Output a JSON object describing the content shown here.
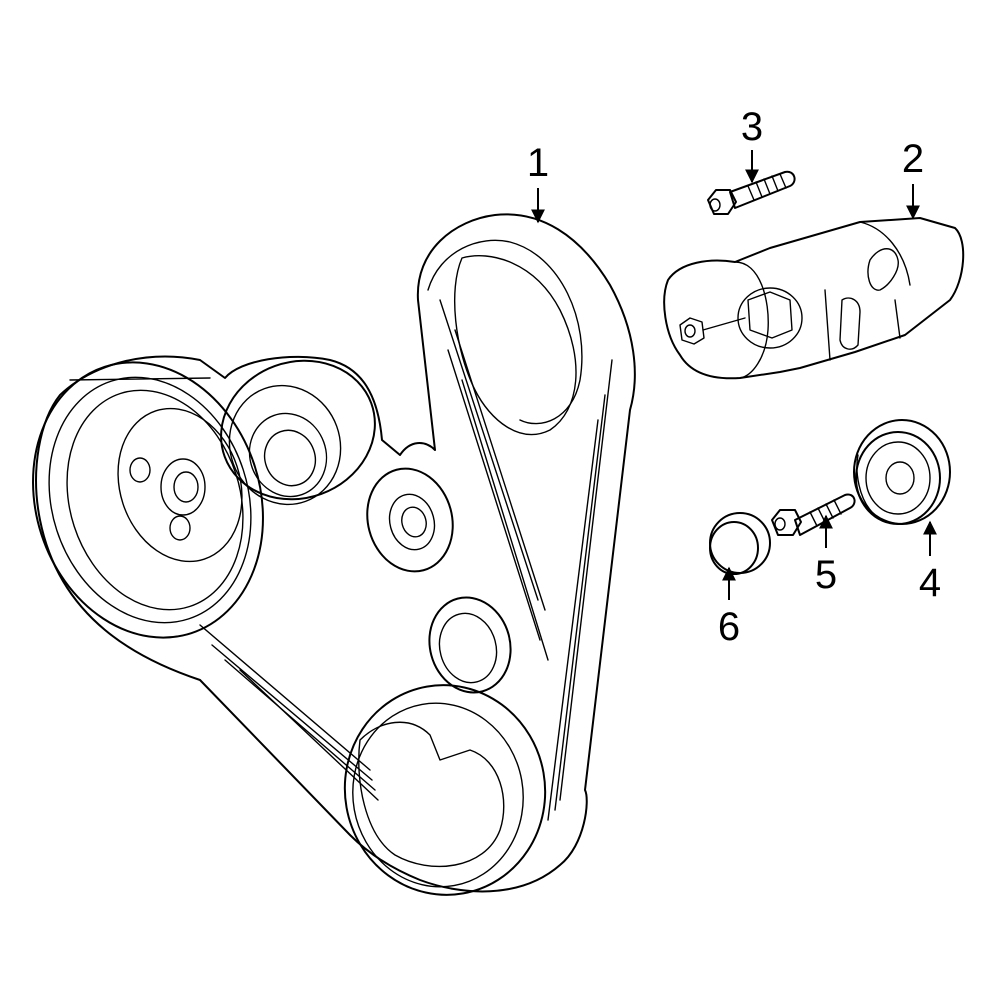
{
  "diagram": {
    "colors": {
      "highlight": "#3a5fc4",
      "outline": "#000000",
      "part_fill": "#ffffff",
      "background": "#ffffff"
    },
    "callouts": [
      {
        "id": "1",
        "label": "1",
        "part": "belt"
      },
      {
        "id": "2",
        "label": "2",
        "part": "tensioner"
      },
      {
        "id": "3",
        "label": "3",
        "part": "tensioner-bolt"
      },
      {
        "id": "4",
        "label": "4",
        "part": "idler-pulley"
      },
      {
        "id": "5",
        "label": "5",
        "part": "pulley-bolt"
      },
      {
        "id": "6",
        "label": "6",
        "part": "dust-cap"
      }
    ]
  }
}
